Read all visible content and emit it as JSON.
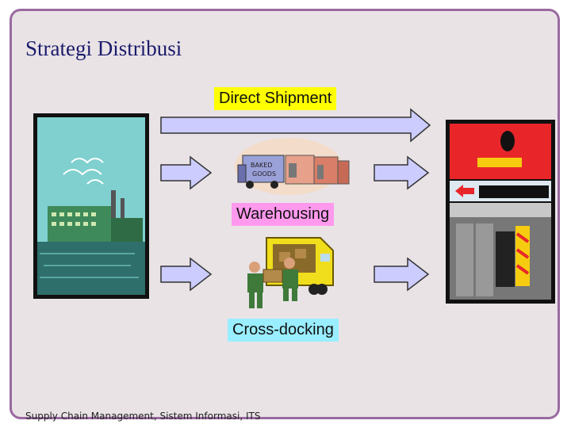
{
  "slide": {
    "title": "Strategi Distribusi",
    "footer": "Supply Chain Management, Sistem Informasi, ITS"
  },
  "flows": {
    "direct_label": "Direct Shipment",
    "warehouse_label": "Warehousing",
    "crossdock_label": "Cross-docking"
  },
  "illustrations": {
    "truck_sign_line1": "BAKED",
    "truck_sign_line2": "GOODS"
  },
  "colors": {
    "arrow_fill": "#ccccff",
    "direct_label_bg": "#ffff00",
    "warehouse_label_bg": "#ff99ee",
    "crossdock_label_bg": "#99eeff",
    "store_red": "#e8262a"
  }
}
